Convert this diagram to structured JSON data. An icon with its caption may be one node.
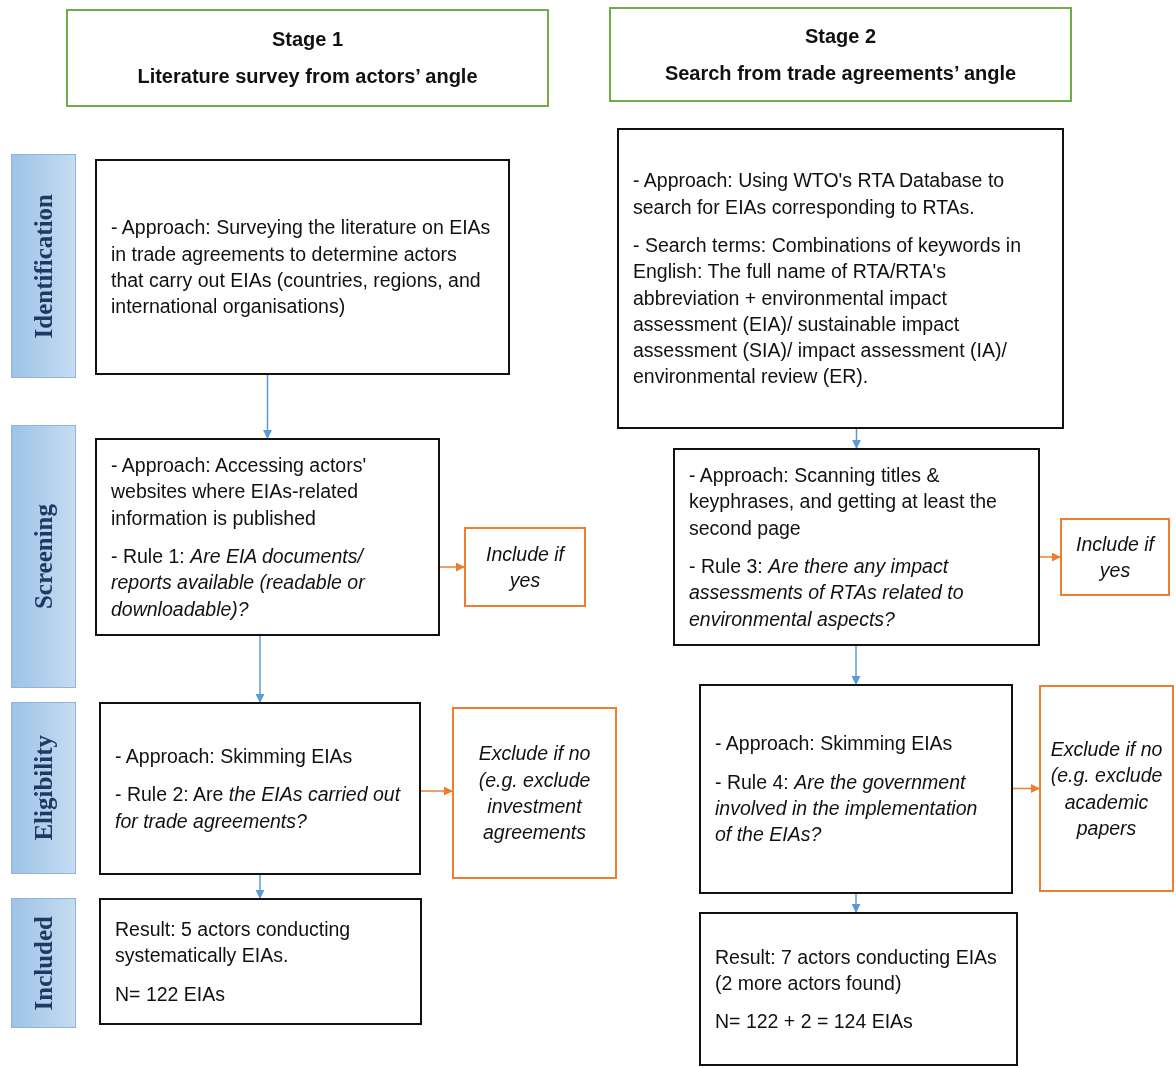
{
  "diagram": {
    "nodes": [
      {
        "text": [
          "Stage 1",
          "Literature survey from actors’ angle"
        ]
      },
      {
        "text": [
          "Stage 2",
          "Search from trade agreements’ angle"
        ]
      },
      {
        "text": [
          "Identification"
        ]
      },
      {
        "text": [
          "- Approach: Surveying the literature on EIAs in trade agreements to determine actors that carry out EIAs (countries, regions, and international organisations)"
        ]
      },
      {
        "text": [
          "- Approach: Using WTO's RTA Database to search for EIAs corresponding to RTAs.",
          "- Search terms: Combinations of keywords in English: The full name of RTA/RTA's abbreviation + environmental impact assessment (EIA)/ sustainable impact assessment (SIA)/ impact assessment (IA)/ environmental review (ER)."
        ]
      },
      {
        "text": [
          "Screening"
        ]
      },
      {
        "text": [
          "- Approach: Accessing actors' websites where EIAs-related information is published",
          "- Rule 1: *Are EIA documents/ reports available (readable or downloadable)?*"
        ]
      },
      {
        "text": [
          "Include if yes"
        ]
      },
      {
        "text": [
          "- Approach: Scanning titles & keyphrases, and getting at least the second page",
          "- Rule 3: *Are there any impact assessments of RTAs related to environmental aspects?*"
        ]
      },
      {
        "text": [
          "Include if yes"
        ]
      },
      {
        "text": [
          "Eligibility"
        ]
      },
      {
        "text": [
          "- Approach: Skimming EIAs",
          "- Rule 2: Are *the EIAs carried out for trade agreements?*"
        ]
      },
      {
        "text": [
          "Exclude if no (e.g. exclude investment agreements"
        ]
      },
      {
        "text": [
          "- Approach: Skimming EIAs",
          "- Rule 4: *Are the government involved in the implementation of the EIAs?*"
        ]
      },
      {
        "text": [
          "Exclude if no (e.g. exclude academic papers"
        ]
      },
      {
        "text": [
          "Included"
        ]
      },
      {
        "text": [
          "Result: 5 actors conducting systematically EIAs.",
          "N= 122 EIAs"
        ]
      },
      {
        "text": [
          "Result:  7 actors conducting EIAs (2 more actors found)",
          "N= 122 + 2 = 124 EIAs"
        ]
      }
    ],
    "edges": [
      {
        "from": 3,
        "to": 6,
        "arrow": "to"
      },
      {
        "from": 6,
        "to": 11,
        "arrow": "to"
      },
      {
        "from": 11,
        "to": 16,
        "arrow": "to"
      },
      {
        "from": 6,
        "to": 7,
        "arrow": "to",
        "color": "#ed7d31"
      },
      {
        "from": 11,
        "to": 12,
        "arrow": "to",
        "color": "#ed7d31"
      },
      {
        "from": 4,
        "to": 8,
        "arrow": "to"
      },
      {
        "from": 8,
        "to": 13,
        "arrow": "to"
      },
      {
        "from": 13,
        "to": 17,
        "arrow": "to"
      },
      {
        "from": 8,
        "to": 9,
        "arrow": "to",
        "color": "#ed7d31"
      },
      {
        "from": 13,
        "to": 14,
        "arrow": "to",
        "color": "#ed7d31"
      }
    ]
  }
}
